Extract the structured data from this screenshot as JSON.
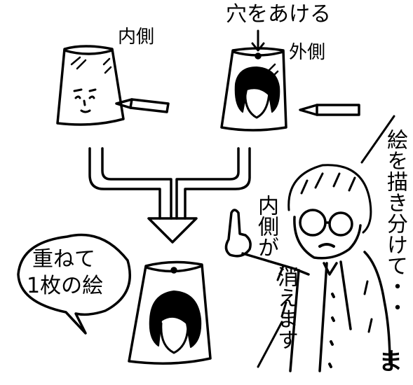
{
  "labels": {
    "inner": "内側",
    "outer": "外側",
    "make_hole": "穴をあける",
    "bubble_line1": "重ねて",
    "bubble_line2": "1枚の絵",
    "draw_separately": "絵を描き分けて・・",
    "inner_disappears_a": "内側が",
    "inner_disappears_b": "消えます",
    "signature": "ま"
  },
  "colors": {
    "ink": "#000000",
    "paper": "#ffffff"
  }
}
